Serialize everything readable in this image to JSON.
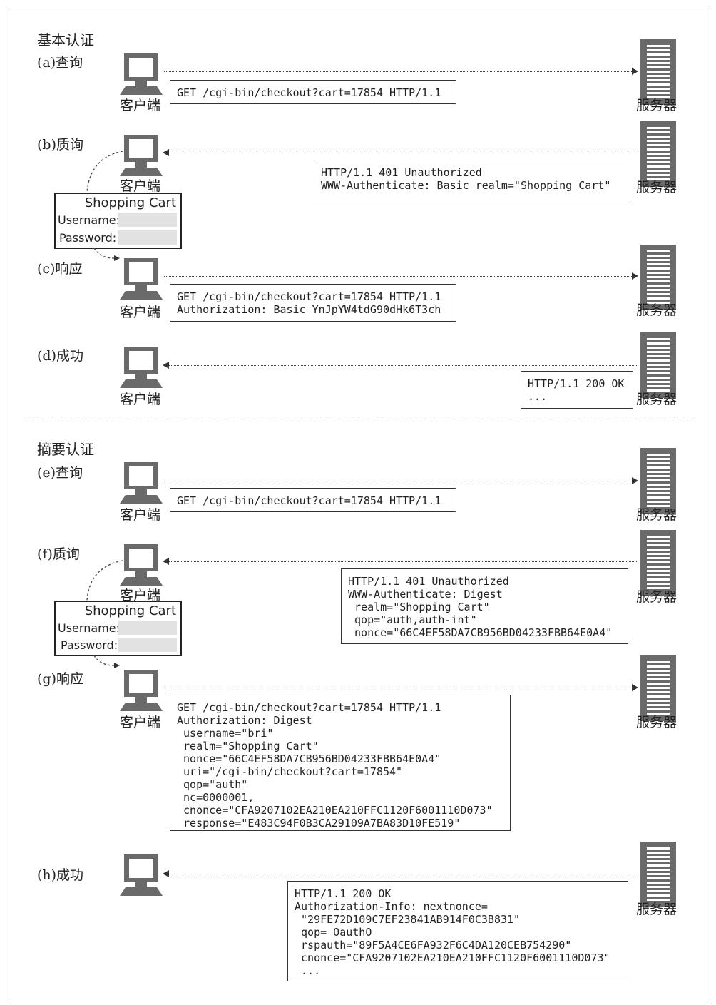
{
  "sections": {
    "basic_title": "基本认证",
    "digest_title": "摘要认证"
  },
  "labels": {
    "client": "客户端",
    "server": "服务器"
  },
  "steps": {
    "a": "(a)查询",
    "b": "(b)质询",
    "c": "(c)响应",
    "d": "(d)成功",
    "e": "(e)查询",
    "f": "(f)质询",
    "g": "(g)响应",
    "h": "(h)成功"
  },
  "dialog": {
    "title": "Shopping Cart",
    "username_label": "Username:",
    "password_label": "Password:"
  },
  "messages": {
    "a": "GET /cgi-bin/checkout?cart=17854 HTTP/1.1",
    "b": "HTTP/1.1 401 Unauthorized\nWWW-Authenticate: Basic realm=\"Shopping Cart\"",
    "c": "GET /cgi-bin/checkout?cart=17854 HTTP/1.1\nAuthorization: Basic YnJpYW4tdG90dHk6T3ch",
    "d": "HTTP/1.1 200 OK\n...",
    "e": "GET /cgi-bin/checkout?cart=17854 HTTP/1.1",
    "f": "HTTP/1.1 401 Unauthorized\nWWW-Authenticate: Digest\n realm=\"Shopping Cart\"\n qop=\"auth,auth-int\"\n nonce=\"66C4EF58DA7CB956BD04233FBB64E0A4\"",
    "g": "GET /cgi-bin/checkout?cart=17854 HTTP/1.1\nAuthorization: Digest\n username=\"bri\"\n realm=\"Shopping Cart\"\n nonce=\"66C4EF58DA7CB956BD04233FBB64E0A4\"\n uri=\"/cgi-bin/checkout?cart=17854\"\n qop=\"auth\"\n nc=0000001,\n cnonce=\"CFA9207102EA210EA210FFC1120F6001110D073\"\n response=\"E483C94F0B3CA29109A7BA83D10FE519\"",
    "h": "HTTP/1.1 200 OK\nAuthorization-Info: nextnonce=\n \"29FE72D109C7EF23841AB914F0C3B831\"\n qop= OauthO\n rspauth=\"89F5A4CE6FA932F6C4DA120CEB754290\"\n cnonce=\"CFA9207102EA210EA210FFC1120F6001110D073\"\n ..."
  }
}
